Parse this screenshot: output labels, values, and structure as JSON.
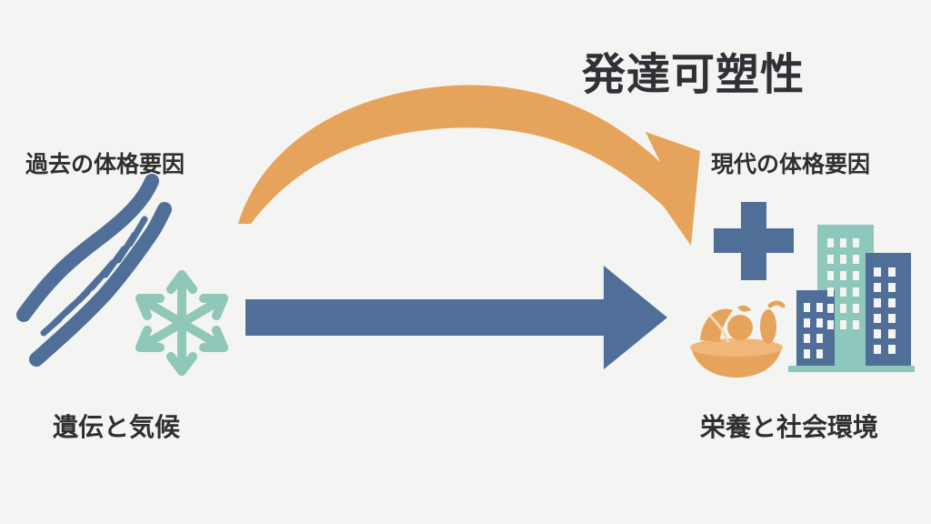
{
  "text": {
    "title": "発達可塑性",
    "left_top": "過去の体格要因",
    "right_top": "現代の体格要因",
    "left_bottom": "遺伝と気候",
    "right_bottom": "栄養と社会環境"
  },
  "colors": {
    "background": "#f4f4f2",
    "text": "#2f2f2f",
    "blue": "#4f6f98",
    "mint": "#8fc7b8",
    "orange": "#e6a35b",
    "peach": "#f0b77b",
    "teal": "#8ec8bc"
  },
  "icons": {
    "left_1": "dna-icon",
    "left_2": "snowflake-icon",
    "right_1": "medical-cross-icon",
    "right_2": "food-bowl-icon",
    "right_3": "city-buildings-icon",
    "arrow_top": "curved-arrow-icon",
    "arrow_bottom": "straight-arrow-icon"
  }
}
